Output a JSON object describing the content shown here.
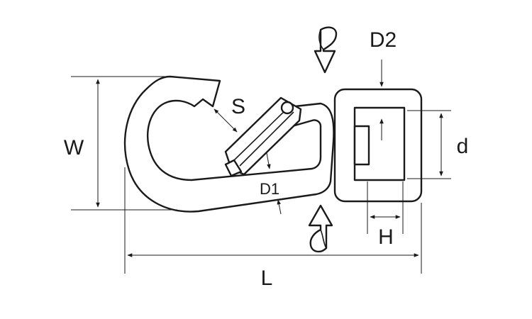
{
  "diagram": {
    "stroke_color": "#1a1a1a",
    "background_color": "#ffffff",
    "labels": {
      "w": "W",
      "s": "S",
      "d1": "D1",
      "d2": "D2",
      "d": "d",
      "h": "H",
      "l": "L"
    }
  }
}
